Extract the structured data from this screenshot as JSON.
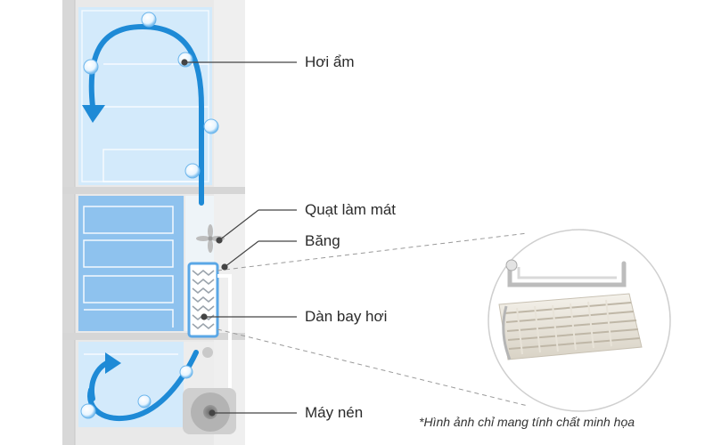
{
  "labels": {
    "moisture": "Hơi ẩm",
    "cooling_fan": "Quạt làm mát",
    "ice": "Băng",
    "evaporator": "Dàn bay hơi",
    "compressor": "Máy nén"
  },
  "note": "*Hình ảnh chỉ mang tính chất minh họa",
  "colors": {
    "compartment": "#cfe8fb",
    "freezer": "#8fc3ee",
    "flow_arrow": "#1e8ad6",
    "bubble": "#ffffff",
    "cabinet": "#e6e6e6",
    "leader": "#444444"
  }
}
